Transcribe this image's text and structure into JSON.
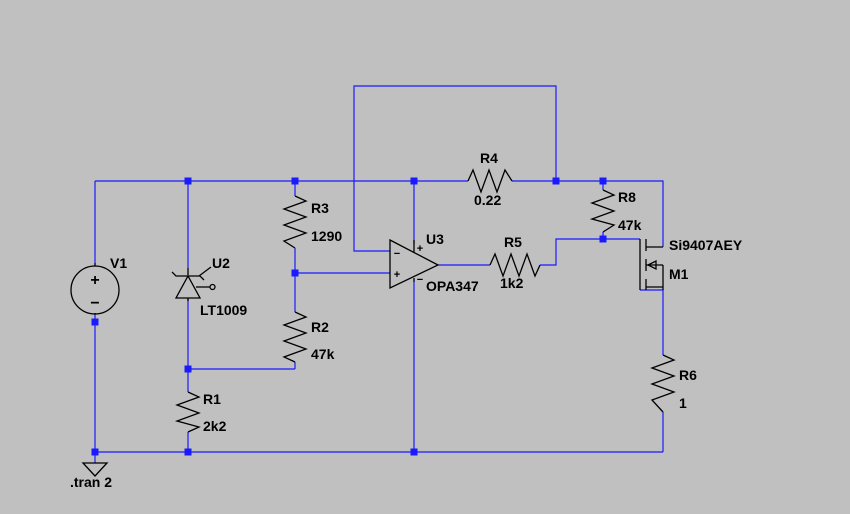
{
  "colors": {
    "background": "#c0c0c0",
    "wire": "#1a1aff",
    "component": "#000000"
  },
  "components": {
    "v1": {
      "name": "V1"
    },
    "u2": {
      "name": "U2",
      "value": "LT1009"
    },
    "r1": {
      "name": "R1",
      "value": "2k2"
    },
    "r2": {
      "name": "R2",
      "value": "47k"
    },
    "r3": {
      "name": "R3",
      "value": "1290"
    },
    "r4": {
      "name": "R4",
      "value": "0.22"
    },
    "r5": {
      "name": "R5",
      "value": "1k2"
    },
    "r6": {
      "name": "R6",
      "value": "1"
    },
    "r8": {
      "name": "R8",
      "value": "47k"
    },
    "u3": {
      "name": "U3",
      "value": "OPA347"
    },
    "m1": {
      "name": "M1",
      "value": "Si9407AEY"
    }
  },
  "directive": ".tran 2",
  "pins": {
    "plus": "+",
    "minus": "−"
  }
}
